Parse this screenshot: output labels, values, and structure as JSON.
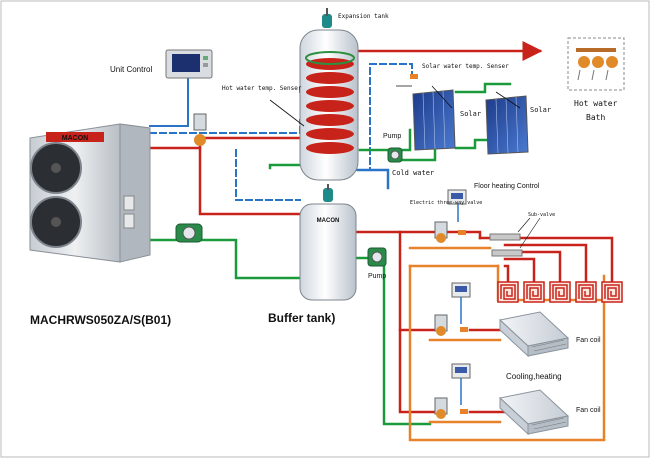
{
  "labels": {
    "unit_control": "Unit Control",
    "expansion_tank": "Expansion tank",
    "hot_water_sensor": "Hot water temp. Senser",
    "solar_sensor": "Solar water temp. Senser",
    "solar_1": "Solar",
    "solar_2": "Solar",
    "pump_solar": "Pump",
    "cold_water": "Cold water",
    "hot_water": "Hot water",
    "bath": "Bath",
    "floor_heating_control": "Floor heating Control",
    "electric_valve": "Electric three-way valve",
    "sub_valve": "Sub-valve",
    "pump_buffer": "Pump",
    "fan_coil_1": "Fan coil",
    "cooling_heating": "Cooling,heating",
    "fan_coil_2": "Fan coil",
    "model": "MACHRWS050ZA/S(B01)",
    "buffer_tank": "Buffer tank)",
    "brand": "MACON",
    "brand_tank": "MACON"
  },
  "colors": {
    "hot": "#c8231a",
    "return": "#1a9a3a",
    "loop": "#e8822a",
    "signal": "#2a74c8",
    "solar_pipe": "#1a9a3a"
  },
  "icons": [
    "shower-icon",
    "pump-icon",
    "valve-icon",
    "thermostat-icon",
    "fan-coil-icon",
    "solar-panel-icon",
    "floor-heating-icon"
  ]
}
